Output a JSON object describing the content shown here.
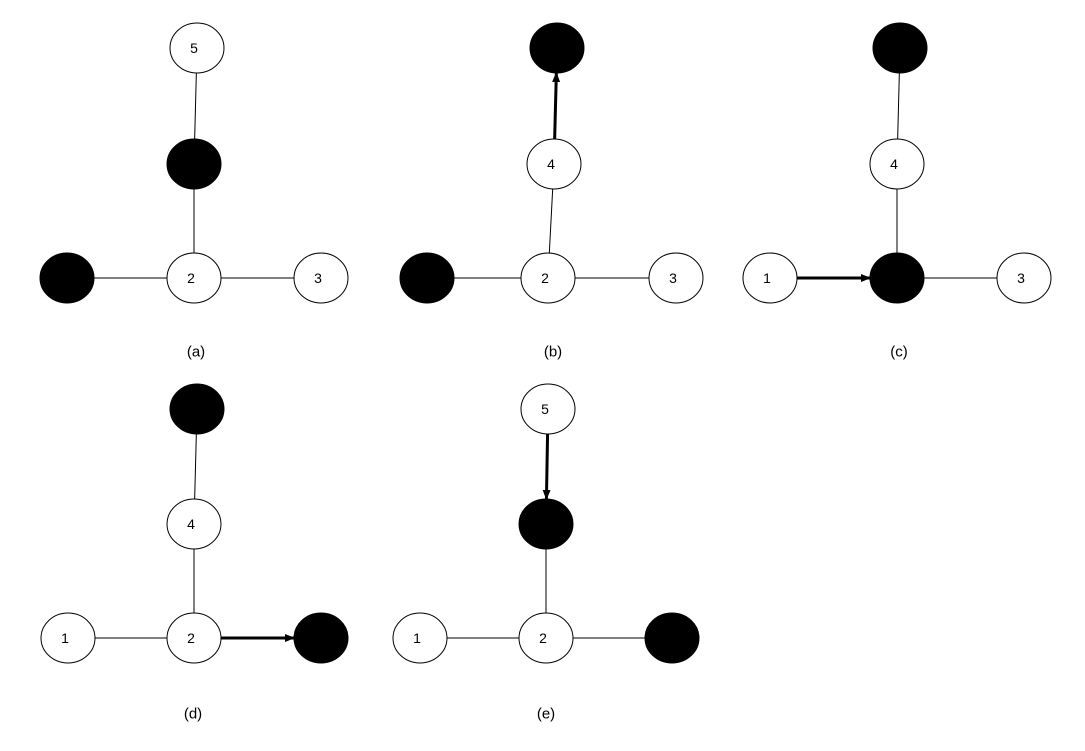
{
  "colors": {
    "filled": "#000000",
    "empty": "#ffffff",
    "stroke": "#000000"
  },
  "panels": [
    {
      "id": "a",
      "label": "(a)",
      "nodes": [
        {
          "key": "top",
          "text": "5",
          "filled": false
        },
        {
          "key": "mid",
          "text": "",
          "filled": true
        },
        {
          "key": "left",
          "text": "",
          "filled": true
        },
        {
          "key": "center",
          "text": "2",
          "filled": false
        },
        {
          "key": "right",
          "text": "3",
          "filled": false
        }
      ],
      "edges": [
        {
          "from": "top",
          "to": "mid",
          "directed": false
        },
        {
          "from": "mid",
          "to": "center",
          "directed": false
        },
        {
          "from": "left",
          "to": "center",
          "directed": false
        },
        {
          "from": "center",
          "to": "right",
          "directed": false
        }
      ]
    },
    {
      "id": "b",
      "label": "(b)",
      "nodes": [
        {
          "key": "top",
          "text": "",
          "filled": true
        },
        {
          "key": "mid",
          "text": "4",
          "filled": false
        },
        {
          "key": "left",
          "text": "",
          "filled": true
        },
        {
          "key": "center",
          "text": "2",
          "filled": false
        },
        {
          "key": "right",
          "text": "3",
          "filled": false
        }
      ],
      "edges": [
        {
          "from": "mid",
          "to": "top",
          "directed": true
        },
        {
          "from": "mid",
          "to": "center",
          "directed": false
        },
        {
          "from": "left",
          "to": "center",
          "directed": false
        },
        {
          "from": "center",
          "to": "right",
          "directed": false
        }
      ]
    },
    {
      "id": "c",
      "label": "(c)",
      "nodes": [
        {
          "key": "top",
          "text": "",
          "filled": true
        },
        {
          "key": "mid",
          "text": "4",
          "filled": false
        },
        {
          "key": "left",
          "text": "1",
          "filled": false
        },
        {
          "key": "center",
          "text": "",
          "filled": true
        },
        {
          "key": "right",
          "text": "3",
          "filled": false
        }
      ],
      "edges": [
        {
          "from": "top",
          "to": "mid",
          "directed": false
        },
        {
          "from": "mid",
          "to": "center",
          "directed": false
        },
        {
          "from": "left",
          "to": "center",
          "directed": true
        },
        {
          "from": "center",
          "to": "right",
          "directed": false
        }
      ]
    },
    {
      "id": "d",
      "label": "(d)",
      "nodes": [
        {
          "key": "top",
          "text": "",
          "filled": true
        },
        {
          "key": "mid",
          "text": "4",
          "filled": false
        },
        {
          "key": "left",
          "text": "1",
          "filled": false
        },
        {
          "key": "center",
          "text": "2",
          "filled": false
        },
        {
          "key": "right",
          "text": "",
          "filled": true
        }
      ],
      "edges": [
        {
          "from": "top",
          "to": "mid",
          "directed": false
        },
        {
          "from": "mid",
          "to": "center",
          "directed": false
        },
        {
          "from": "left",
          "to": "center",
          "directed": false
        },
        {
          "from": "center",
          "to": "right",
          "directed": true
        }
      ]
    },
    {
      "id": "e",
      "label": "(e)",
      "nodes": [
        {
          "key": "top",
          "text": "5",
          "filled": false
        },
        {
          "key": "mid",
          "text": "",
          "filled": true
        },
        {
          "key": "left",
          "text": "1",
          "filled": false
        },
        {
          "key": "center",
          "text": "2",
          "filled": false
        },
        {
          "key": "right",
          "text": "",
          "filled": true
        }
      ],
      "edges": [
        {
          "from": "top",
          "to": "mid",
          "directed": true
        },
        {
          "from": "mid",
          "to": "center",
          "directed": false
        },
        {
          "from": "left",
          "to": "center",
          "directed": false
        },
        {
          "from": "center",
          "to": "right",
          "directed": false
        }
      ]
    }
  ]
}
